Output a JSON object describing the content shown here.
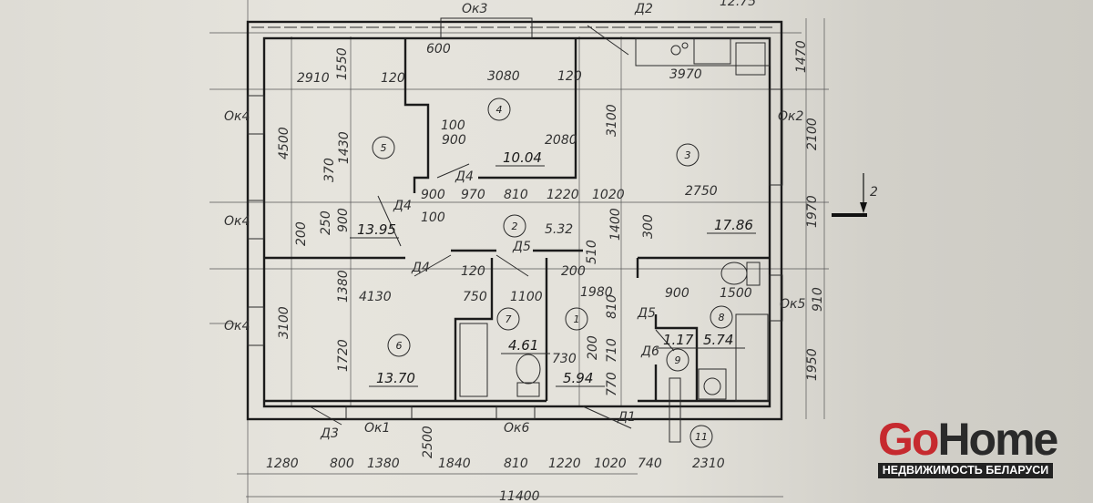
{
  "plan": {
    "dimensions": [
      "Ок3",
      "Д2",
      "12.75",
      "600",
      "2910",
      "1550",
      "120",
      "3080",
      "120",
      "3970",
      "1470",
      "Ок4",
      "4500",
      "1430",
      "370",
      "100",
      "900",
      "2080",
      "Д4",
      "3100",
      "Ок2",
      "2100",
      "2",
      "Д4",
      "900",
      "970",
      "810",
      "1220",
      "1020",
      "2750",
      "1400",
      "300",
      "100",
      "Ок4",
      "200",
      "250",
      "900",
      "5.32",
      "Д5",
      "1970",
      "Д4",
      "120",
      "510",
      "200",
      "1380",
      "4130",
      "750",
      "1100",
      "1980",
      "810",
      "900",
      "1500",
      "Д5",
      "Ок5",
      "910",
      "Ок4",
      "3100",
      "1720",
      "730",
      "200",
      "710",
      "Д6",
      "770",
      "1950",
      "Д1",
      "Д3",
      "Ок1",
      "Ок6",
      "2500",
      "1280",
      "800",
      "1380",
      "1840",
      "810",
      "1220",
      "1020",
      "740",
      "2310",
      "11400"
    ],
    "areas": [
      "10.04",
      "17.86",
      "13.95",
      "13.70",
      "4.61",
      "5.94",
      "1.17",
      "5.74"
    ],
    "room_numbers": [
      "5",
      "4",
      "3",
      "2",
      "7",
      "1",
      "8",
      "9",
      "6",
      "11"
    ]
  },
  "logo": {
    "go": "Go",
    "home": "Home",
    "tagline": "НЕДВИЖИМОСТЬ БЕЛАРУСИ",
    "colors": {
      "go": "#c62a2f",
      "home": "#2a2a2a"
    }
  }
}
